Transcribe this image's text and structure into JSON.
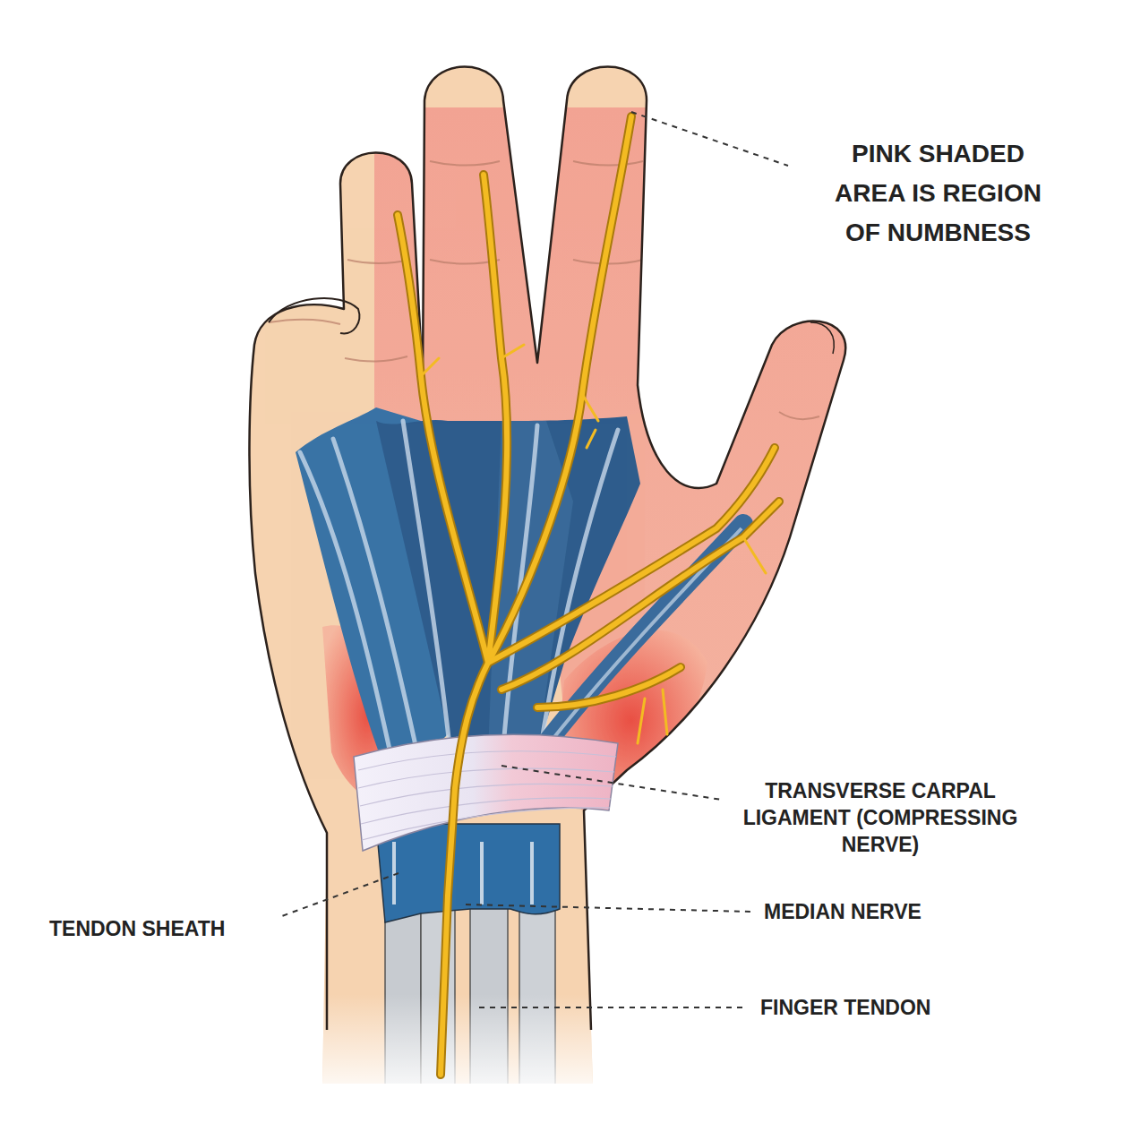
{
  "diagram": {
    "labels": [
      "PINK SHADED AREA IS REGION OF NUMBNESS",
      "TRANSVERSE CARPAL LIGAMENT (COMPRESSING NERVE)",
      "TENDON SHEATH",
      "MEDIAN NERVE",
      "FINGER TENDON"
    ]
  }
}
